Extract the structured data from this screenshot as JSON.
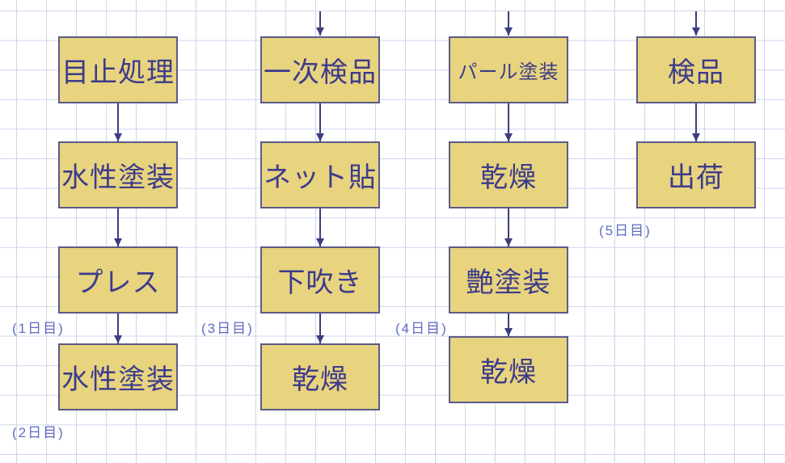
{
  "diagram_type": "process-flowchart",
  "columns": [
    {
      "steps": [
        "目止処理",
        "水性塗装",
        "プレス",
        "水性塗装"
      ]
    },
    {
      "steps": [
        "一次検品",
        "ネット貼",
        "下吹き",
        "乾燥"
      ]
    },
    {
      "steps": [
        "パール塗装",
        "乾燥",
        "艶塗装",
        "乾燥"
      ]
    },
    {
      "steps": [
        "検品",
        "出荷"
      ]
    }
  ],
  "day_labels": [
    "(1日目)",
    "(2日目)",
    "(3日目)",
    "(4日目)",
    "(5日目)"
  ],
  "colors": {
    "box_fill": "#e8d37f",
    "box_border": "#5b5b88",
    "box_text": "#3b3b8b",
    "arrow": "#3d3d80",
    "grid_line": "#cdd5ef",
    "label_text": "#5f6dc2",
    "background": "#ffffff"
  }
}
